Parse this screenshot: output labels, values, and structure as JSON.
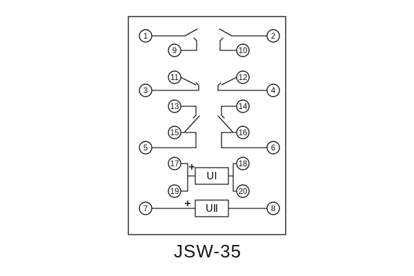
{
  "diagram": {
    "title": "JSW-35",
    "plus": "+",
    "unit1_label": "UⅠ",
    "unit2_label": "UⅡ",
    "terminals": {
      "t1": "1",
      "t2": "2",
      "t3": "3",
      "t4": "4",
      "t5": "5",
      "t6": "6",
      "t7": "7",
      "t8": "8",
      "t9": "9",
      "t10": "10",
      "t11": "11",
      "t12": "12",
      "t13": "13",
      "t14": "14",
      "t15": "15",
      "t16": "16",
      "t17": "17",
      "t18": "18",
      "t19": "19",
      "t20": "20"
    },
    "colors": {
      "line": "#1c1c1c",
      "background": "#ffffff"
    }
  }
}
